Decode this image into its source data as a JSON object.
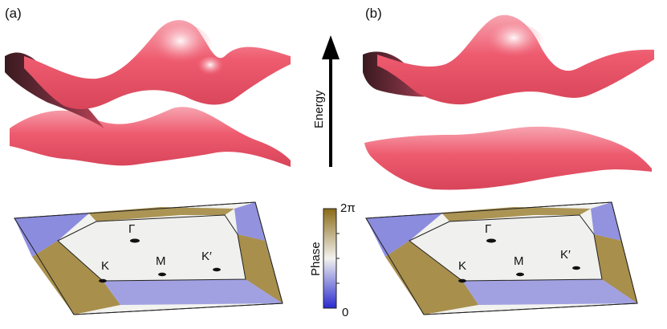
{
  "panels": [
    {
      "label": "(a)",
      "points": {
        "gamma": "Γ",
        "k": "K",
        "m": "M",
        "kprime": "K′"
      }
    },
    {
      "label": "(b)",
      "points": {
        "gamma": "Γ",
        "k": "K",
        "m": "M",
        "kprime": "K′"
      }
    }
  ],
  "energy_axis": {
    "label": "Energy"
  },
  "colorbar": {
    "title": "Phase",
    "max_label": "2π",
    "min_label": "0",
    "colors": {
      "top": "#8a6a16",
      "mid": "#f2f2ef",
      "bottom": "#2a2ad0"
    }
  },
  "colors": {
    "band": "#ee5a6e",
    "band_dark": "#5a2430"
  }
}
